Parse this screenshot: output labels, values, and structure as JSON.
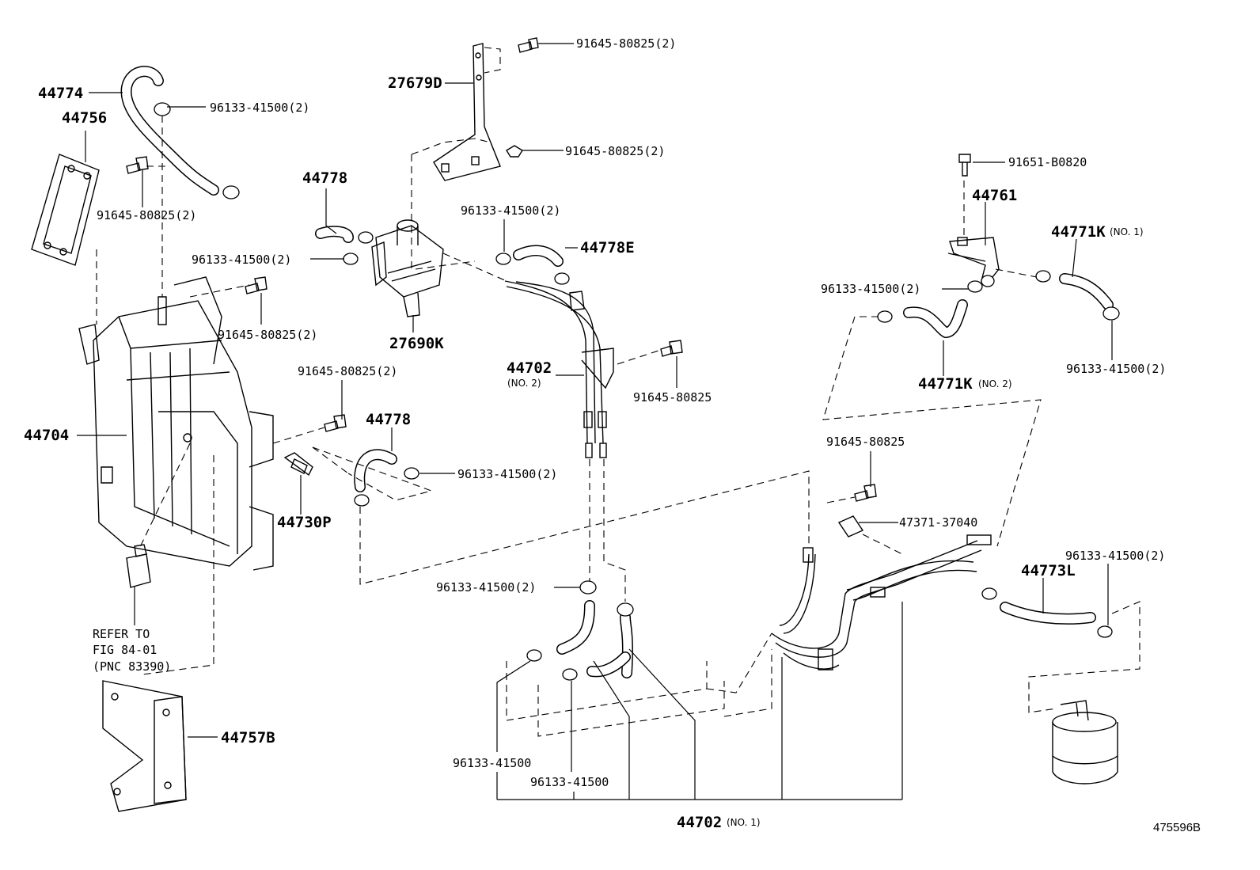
{
  "labels": {
    "p44774": "44774",
    "p44756": "44756",
    "p27679D": "27679D",
    "p44778a": "44778",
    "p27690K": "27690K",
    "p44778E": "44778E",
    "p44702_2": "44702",
    "p44702_2_sub": "(NO. 2)",
    "p44704": "44704",
    "p44778b": "44778",
    "p44730P": "44730P",
    "p44757B": "44757B",
    "p44761": "44761",
    "p44771K1": "44771K",
    "p44771K1_sub": "(NO. 1)",
    "p44771K2": "44771K",
    "p44771K2_sub": "(NO. 2)",
    "p44773L": "44773L",
    "p44702_1": "44702",
    "p44702_1_sub": "(NO. 1)",
    "b91645_a": "91645-80825(2)",
    "b91645_b": "91645-80825(2)",
    "b91645_c": "91645-80825(2)",
    "b91645_d": "91645-80825(2)",
    "b91645_e": "91645-80825(2)",
    "b91645_f": "91645-80825",
    "b91645_g": "91645-80825",
    "b91651": "91651-B0820",
    "b47371": "47371-37040",
    "c96133_a": "96133-41500(2)",
    "c96133_b": "96133-41500(2)",
    "c96133_c": "96133-41500(2)",
    "c96133_d": "96133-41500(2)",
    "c96133_e": "96133-41500(2)",
    "c96133_f": "96133-41500(2)",
    "c96133_g": "96133-41500(2)",
    "c96133_h": "96133-41500(2)",
    "c96133_i": "96133-41500",
    "c96133_j": "96133-41500",
    "refer1": "REFER TO",
    "refer2": "FIG 84-01",
    "refer3": "(PNC 83390)",
    "figure_id": "475596B"
  }
}
